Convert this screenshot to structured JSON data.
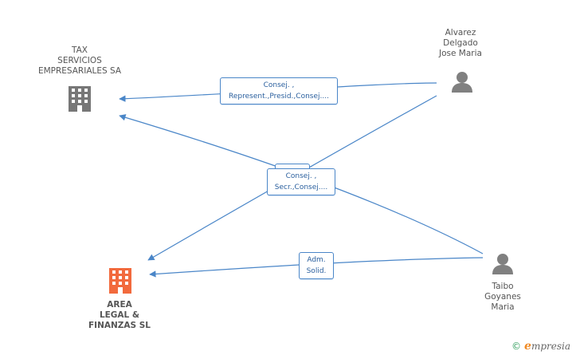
{
  "nodes": {
    "tax": {
      "lines": [
        "TAX",
        "SERVICIOS",
        "EMPRESARIALES SA"
      ],
      "color": "#777777"
    },
    "area": {
      "lines": [
        "AREA",
        "LEGAL &",
        "FINANZAS SL"
      ],
      "color": "#f26a3d"
    },
    "alvarez": {
      "lines": [
        "Alvarez",
        "Delgado",
        "Jose Maria"
      ]
    },
    "taibo": {
      "lines": [
        "Taibo",
        "Goyanes",
        "Maria"
      ]
    }
  },
  "edges": {
    "alvarez_tax": {
      "lines": [
        "Consej. ,",
        "Represent.,Presid.,Consej...."
      ]
    },
    "shared": {
      "lines": [
        "Consej. ,",
        "Secr.,Consej...."
      ]
    },
    "taibo_area": {
      "lines": [
        "Adm.",
        "Solid."
      ]
    }
  },
  "brand": {
    "copyright": "©",
    "e": "e",
    "rest": "mpresia"
  },
  "colors": {
    "edge": "#4a86c8",
    "person": "#808080",
    "building_grey": "#777777",
    "building_orange": "#f26a3d"
  }
}
